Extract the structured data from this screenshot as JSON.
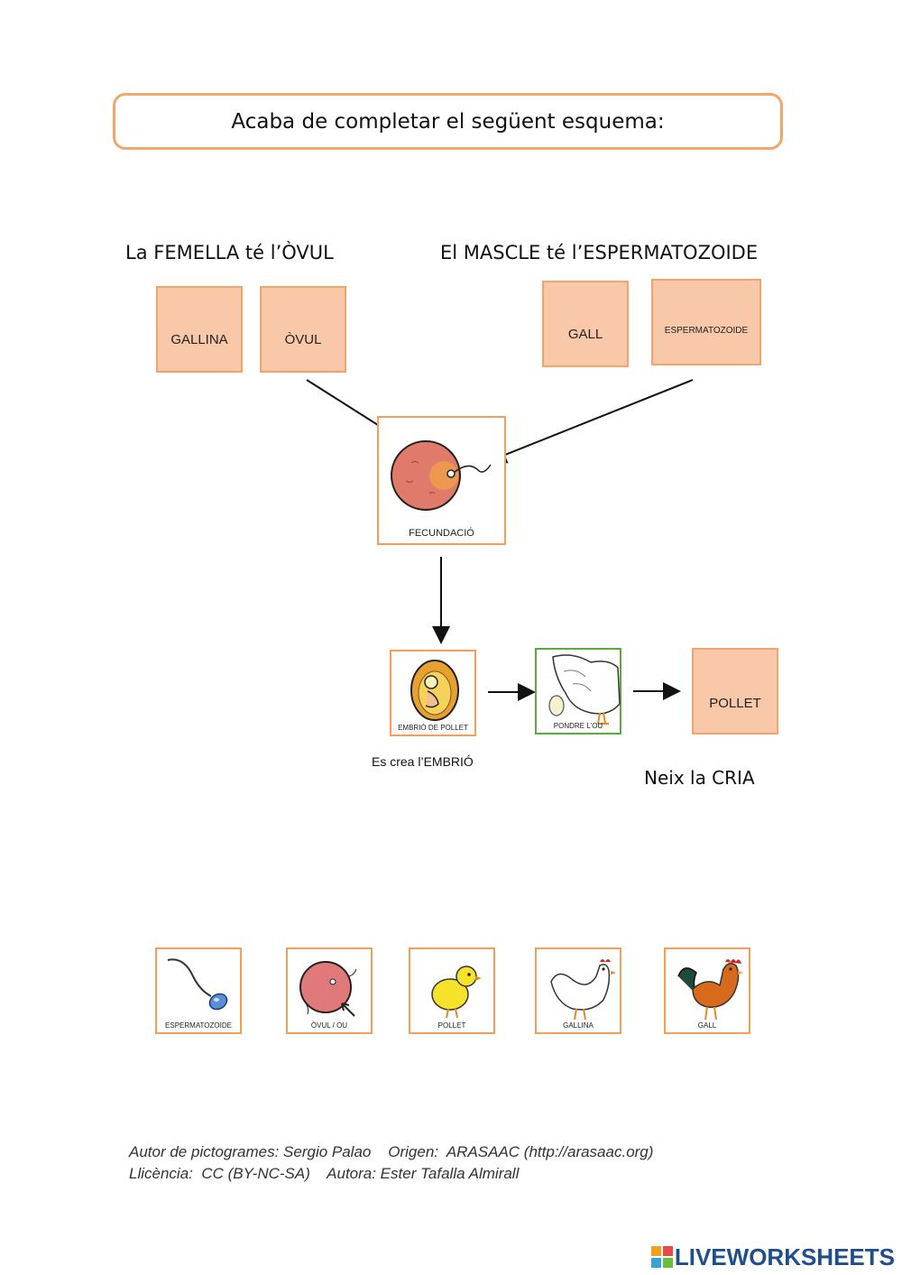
{
  "title": "Acaba de completar el següent esquema:",
  "female_heading": "La FEMELLA té l’ÒVUL",
  "male_heading": "El MASCLE té l’ESPERMATOZOIDE",
  "answer_boxes": {
    "gallina": "GALLINA",
    "ovul": "ÒVUL",
    "gall": "GALL",
    "espermatozoide": "ESPERMATOZOIDE",
    "pollet": "POLLET"
  },
  "flow": {
    "fecundacio_label": "FECUNDACIÓ",
    "embrio_label": "EMBRIÓ DE POLLET",
    "pondre_label": "PONDRE L'OU",
    "embrio_caption": "Es crea  l’EMBRIÓ",
    "cria_caption": "Neix la CRIA"
  },
  "cards": [
    {
      "label": "ESPERMATOZOIDE",
      "icon": "sperm-icon"
    },
    {
      "label": "ÒVUL / OU",
      "icon": "ovum-icon"
    },
    {
      "label": "POLLET",
      "icon": "chick-icon"
    },
    {
      "label": "GALLINA",
      "icon": "hen-icon"
    },
    {
      "label": "GALL",
      "icon": "rooster-icon"
    }
  ],
  "footer": {
    "line1": "Autor de pictogrames: Sergio Palao    Origen:  ARASAAC (http://arasaac.org)",
    "line2": "Llicència:  CC (BY-NC-SA)    Autora: Ester Tafalla Almirall"
  },
  "brand": "LIVEWORKSHEETS",
  "colors": {
    "box_fill": "#f9c8a8",
    "box_border": "#f3a36c",
    "picto_border": "#f2a058",
    "pondre_border": "#5aaa3c",
    "brand": "#1f4e8c"
  }
}
